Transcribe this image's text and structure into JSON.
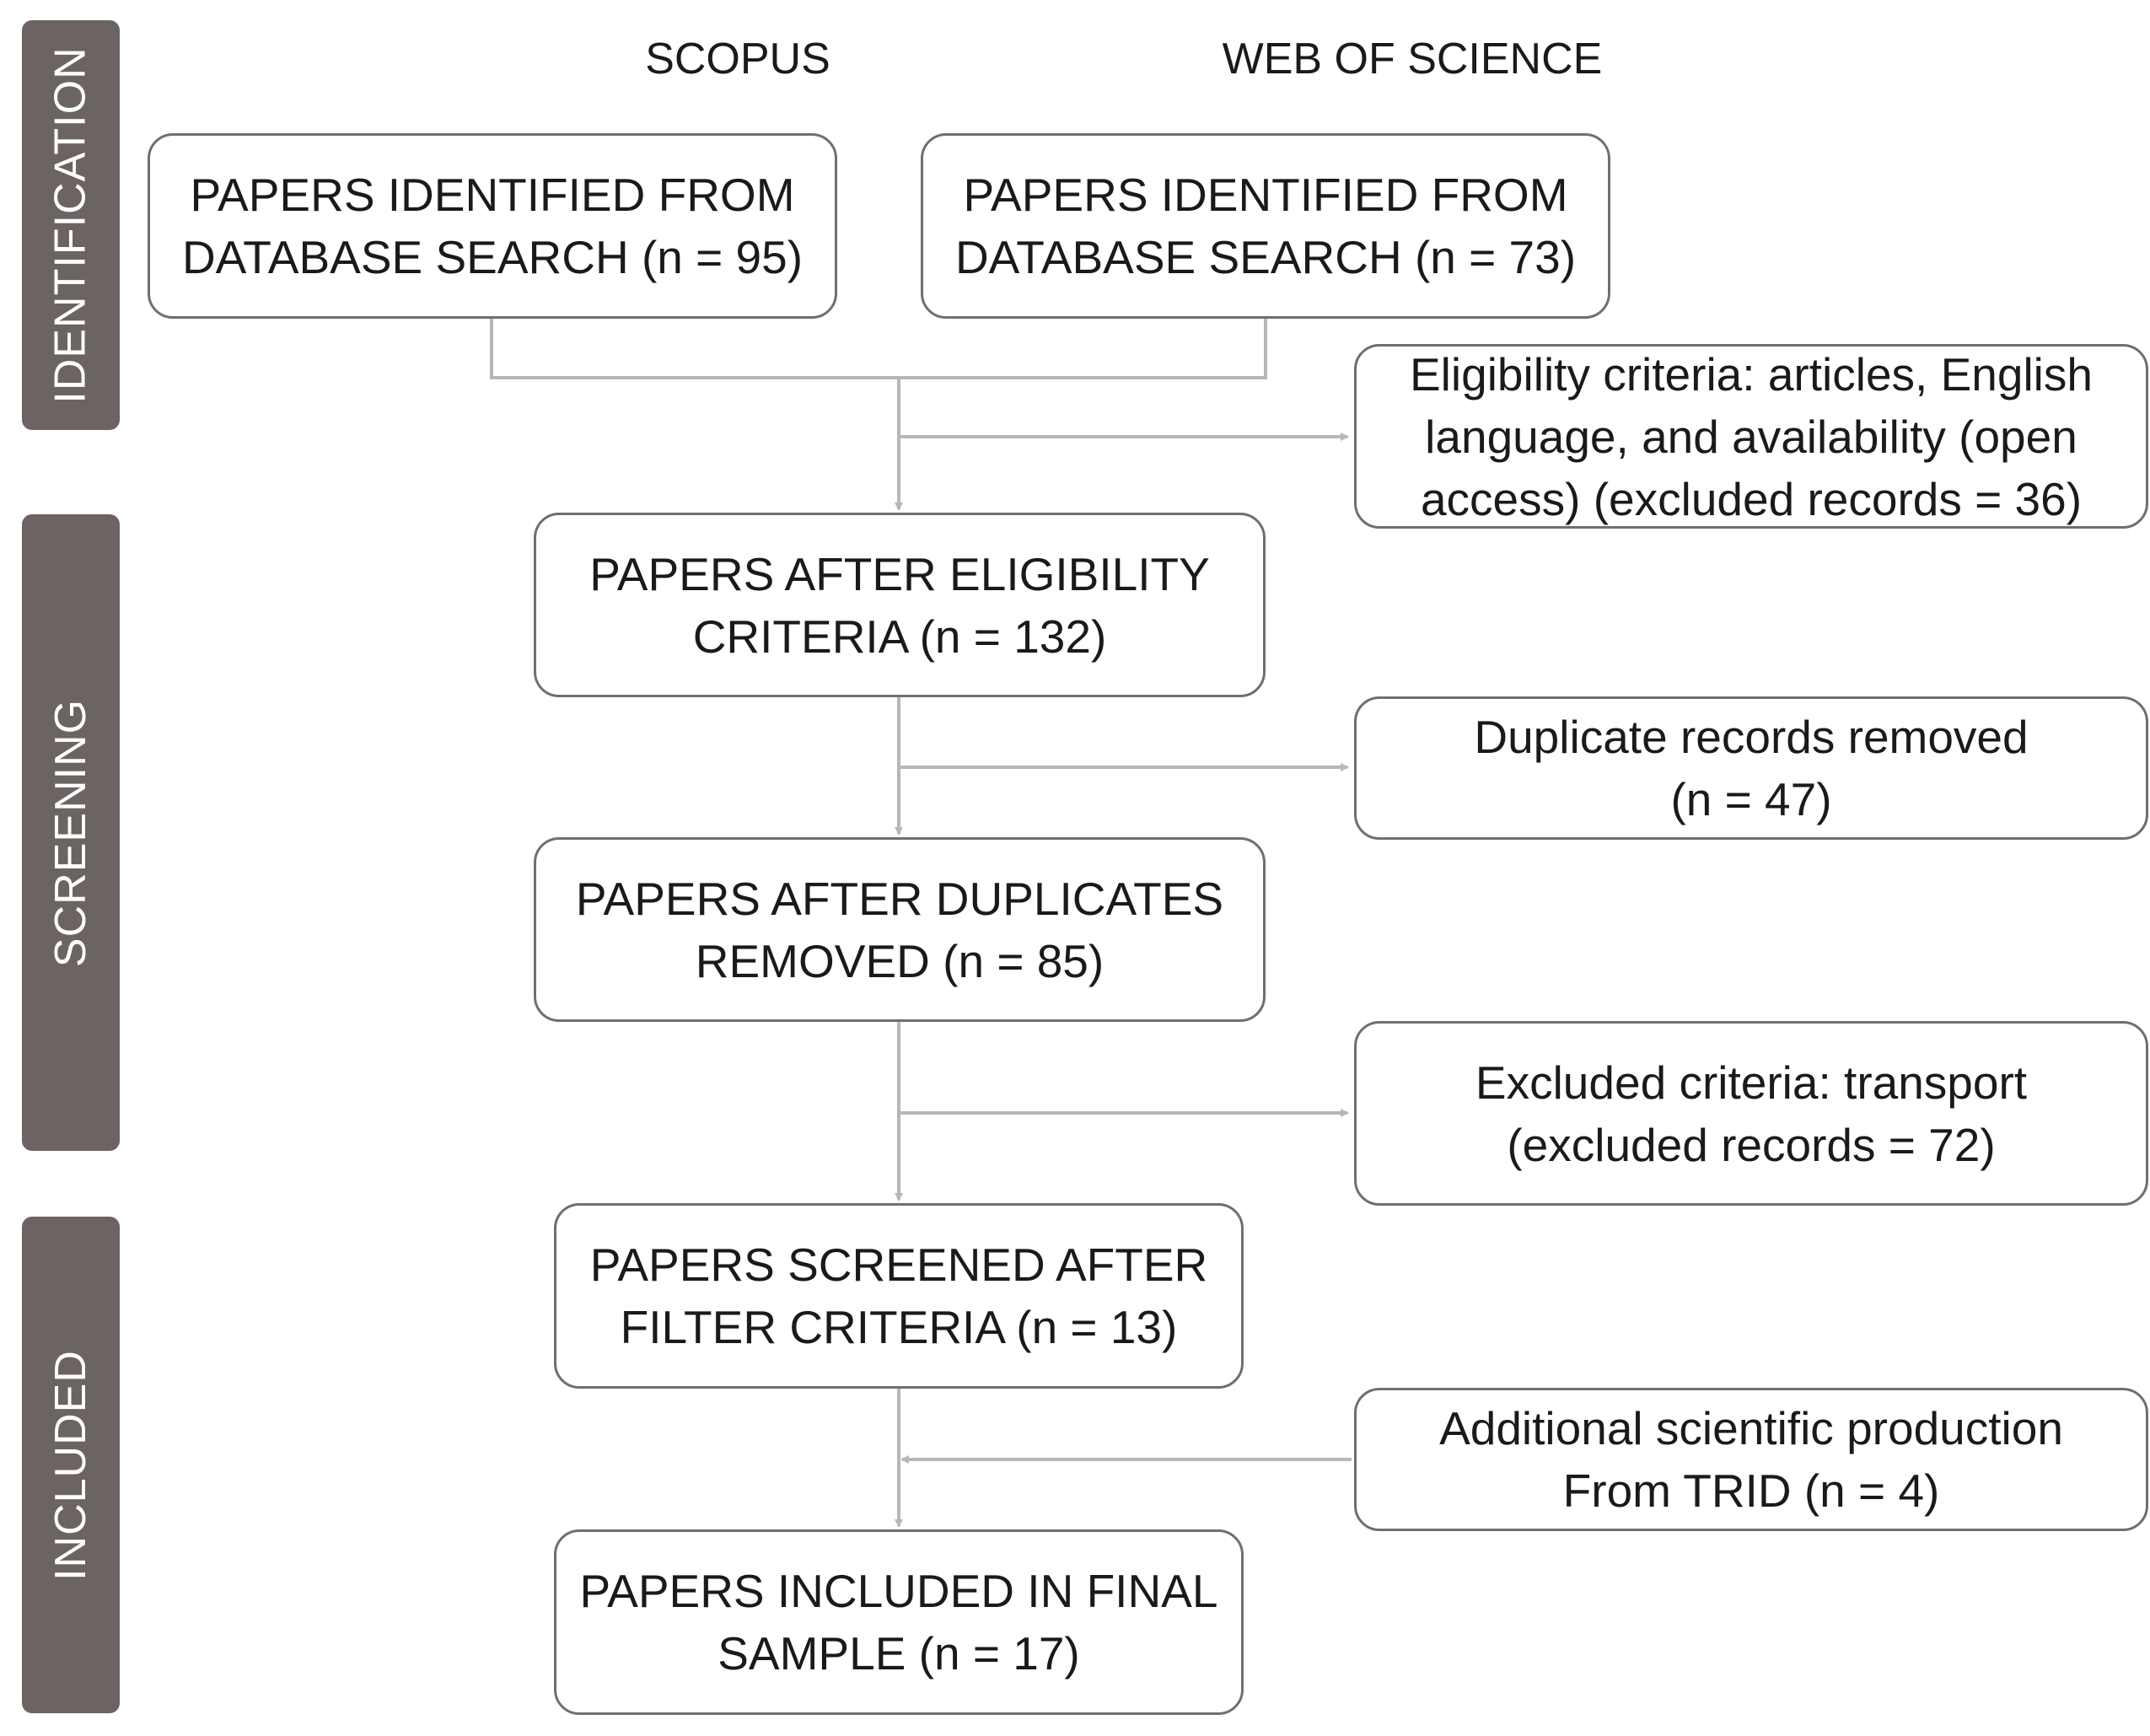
{
  "phases": {
    "identification": "IDENTIFICATION",
    "screening": "SCREENING",
    "included": "INCLUDED"
  },
  "sources": {
    "scopus": "SCOPUS",
    "wos": "WEB OF SCIENCE"
  },
  "boxes": {
    "scopus_papers": "PAPERS IDENTIFIED FROM\nDATABASE SEARCH (n = 95)",
    "wos_papers": "PAPERS IDENTIFIED FROM\nDATABASE SEARCH (n = 73)",
    "eligibility_criteria": "Eligibility criteria: articles, English\nlanguage, and  availability (open\naccess) (excluded records = 36)",
    "after_eligibility": "PAPERS AFTER ELIGIBILITY\nCRITERIA (n = 132)",
    "duplicates_removed": "Duplicate records removed\n(n = 47)",
    "after_duplicates": "PAPERS AFTER DUPLICATES\nREMOVED (n = 85)",
    "excluded_criteria": "Excluded criteria: transport\n(excluded records = 72)",
    "screened_filter": "PAPERS SCREENED AFTER\nFILTER CRITERIA (n = 13)",
    "additional_trid": "Additional scientific production\nFrom TRID (n = 4)",
    "final_sample": "PAPERS INCLUDED IN FINAL\nSAMPLE (n = 17)"
  },
  "colors": {
    "phase_bar": "#6b6462",
    "box_border": "#6f6f6f",
    "connector": "#b7b7b7"
  }
}
